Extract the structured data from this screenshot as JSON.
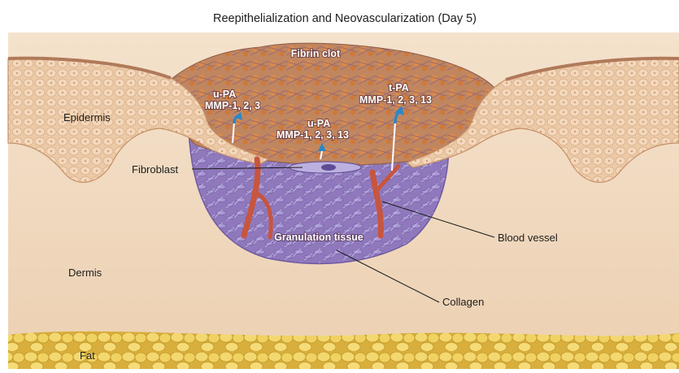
{
  "title": "Reepithelialization and Neovascularization (Day 5)",
  "labels": {
    "fibrin_clot": "Fibrin clot",
    "epidermis": "Epidermis",
    "dermis": "Dermis",
    "fat": "Fat",
    "fibroblast": "Fibroblast",
    "blood_vessel": "Blood vessel",
    "collagen": "Collagen",
    "granulation_tissue": "Granulation tissue"
  },
  "enzymes": {
    "left": {
      "line1": "u-PA",
      "line2": "MMP-1, 2, 3"
    },
    "center": {
      "line1": "u-PA",
      "line2": "MMP-1, 2, 3, 13"
    },
    "right": {
      "line1": "t-PA",
      "line2": "MMP-1, 2, 3, 13"
    }
  },
  "colors": {
    "dermis": "#f2dcc4",
    "epidermis": "#e8c4a4",
    "fibrin_clot": "#b97a55",
    "granulation": "#8a73b8",
    "fat": "#f0d060",
    "vessel": "#c8553d",
    "arrow": "#2a88c8"
  }
}
